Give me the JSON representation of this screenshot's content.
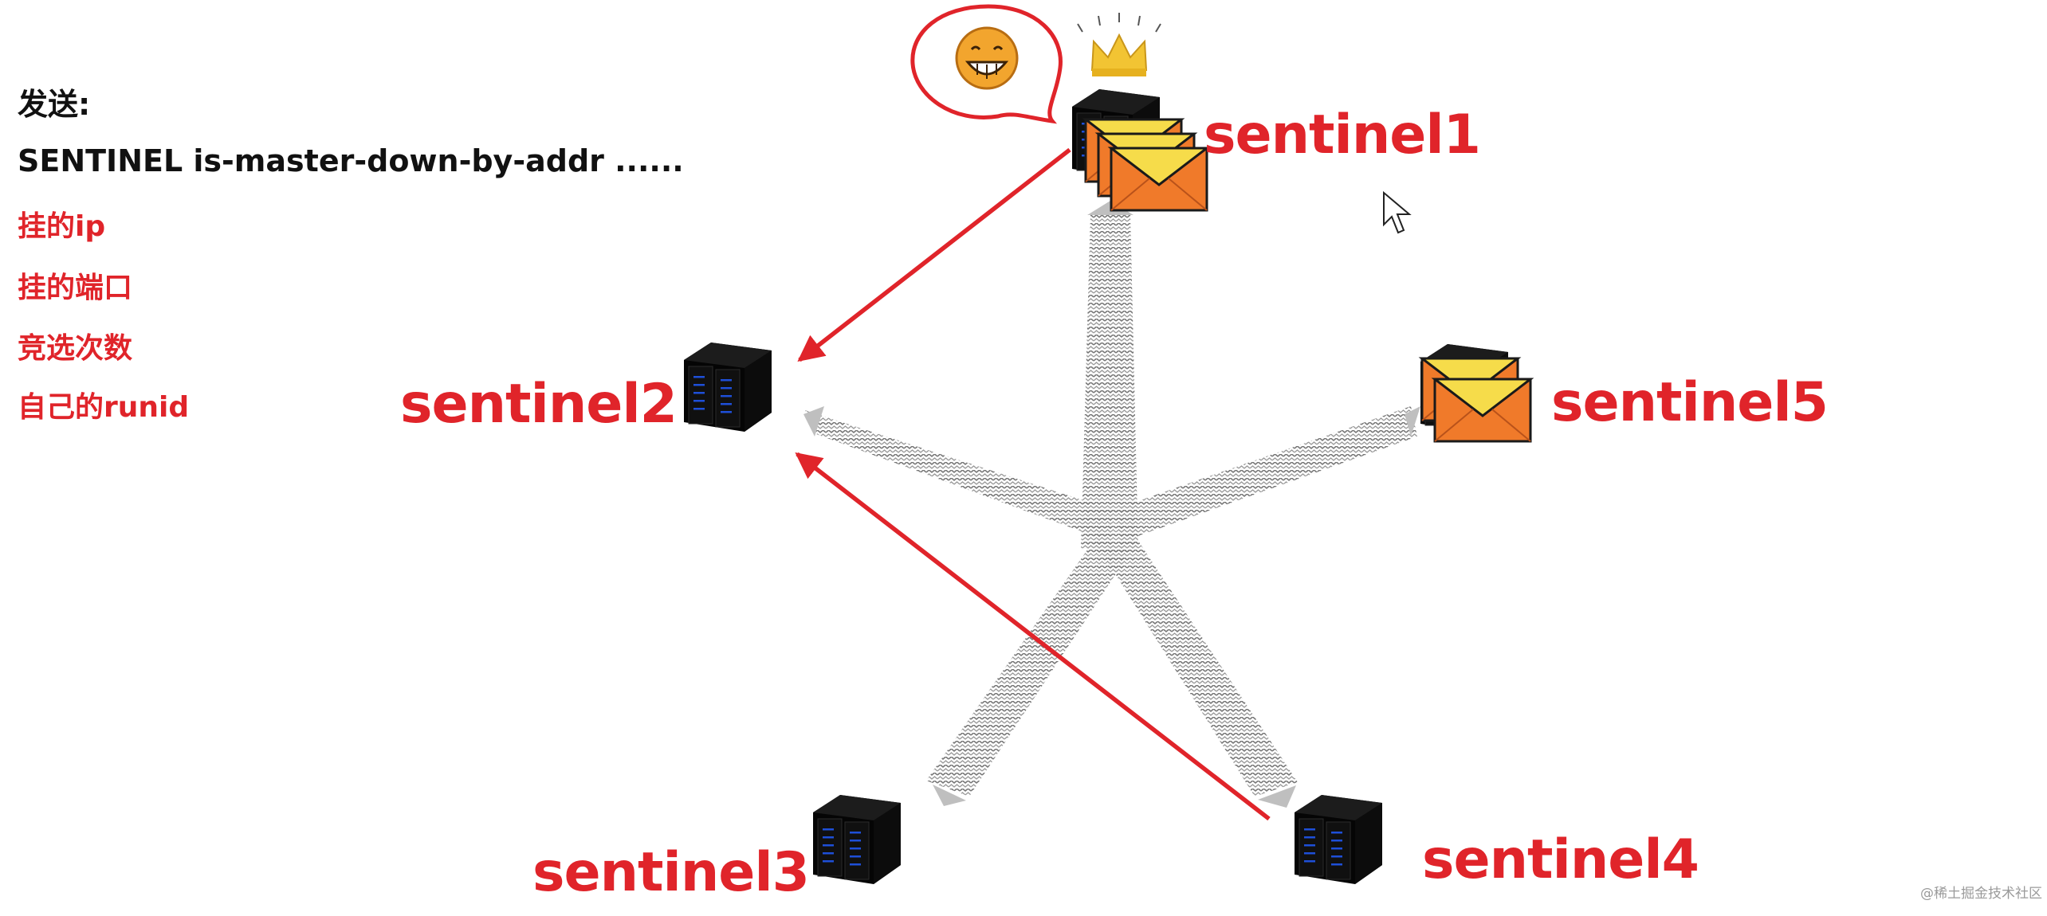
{
  "left_panel": {
    "send_label": "发送:",
    "command": "SENTINEL is-master-down-by-addr ......",
    "items": [
      "挂的ip",
      "挂的端口",
      "竞选次数",
      "自己的runid"
    ]
  },
  "nodes": {
    "sentinel1": "sentinel1",
    "sentinel2": "sentinel2",
    "sentinel3": "sentinel3",
    "sentinel4": "sentinel4",
    "sentinel5": "sentinel5"
  },
  "icons": {
    "leader_speech": "grinning-face-icon",
    "leader_badge": "crown-icon",
    "message": "envelope-icon",
    "server": "server-rack-icon",
    "cursor": "mouse-pointer-icon"
  },
  "colors": {
    "accent_red": "#e0242a",
    "text_black": "#111111",
    "server_black": "#0a0a0a",
    "server_led": "#1e4fd8",
    "envelope_body": "#f07a2a",
    "envelope_flap": "#f6dc4a",
    "crown_gold": "#f2c433",
    "link_gray": "#8a8a8a"
  },
  "watermark": "@稀土掘金技术社区"
}
